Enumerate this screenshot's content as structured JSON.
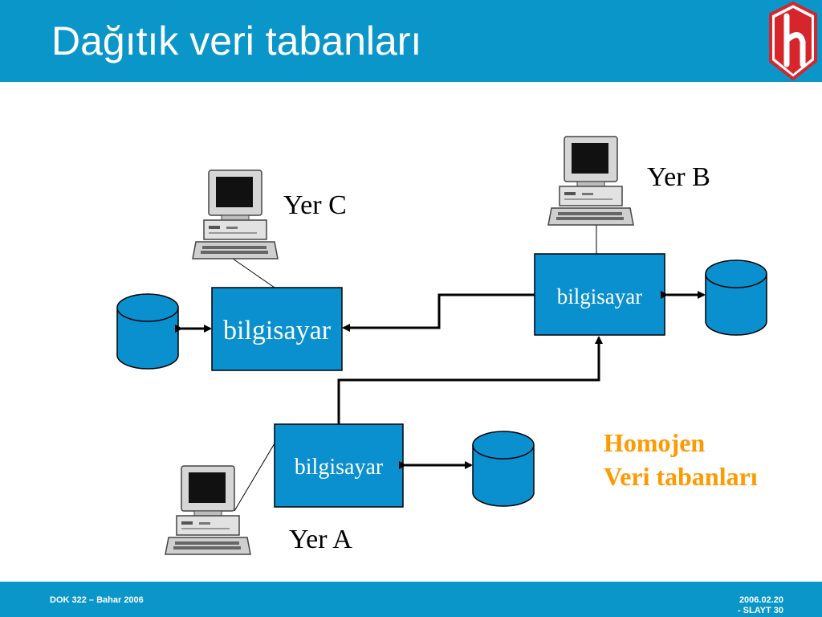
{
  "slide": {
    "title": "Dağıtık veri tabanları",
    "logo_icon": "hacettepe-h-logo",
    "footer_left": "DOK 322 – Bahar 2006",
    "footer_right_date": "2006.02.20",
    "footer_right_slide": "- SLAYT 30"
  },
  "diagram": {
    "sites": {
      "c": "Yer C",
      "b": "Yer B",
      "a": "Yer A"
    },
    "nodes": {
      "c": "bilgisayar",
      "b": "bilgisayar",
      "a": "bilgisayar"
    },
    "note": {
      "line1": "Homojen",
      "line2": "Veri tabanları"
    }
  },
  "colors": {
    "brand_blue": "#0A96C8",
    "node_blue": "#0A8FCF",
    "note_orange": "#FF9900",
    "logo_red": "#D7252C"
  }
}
